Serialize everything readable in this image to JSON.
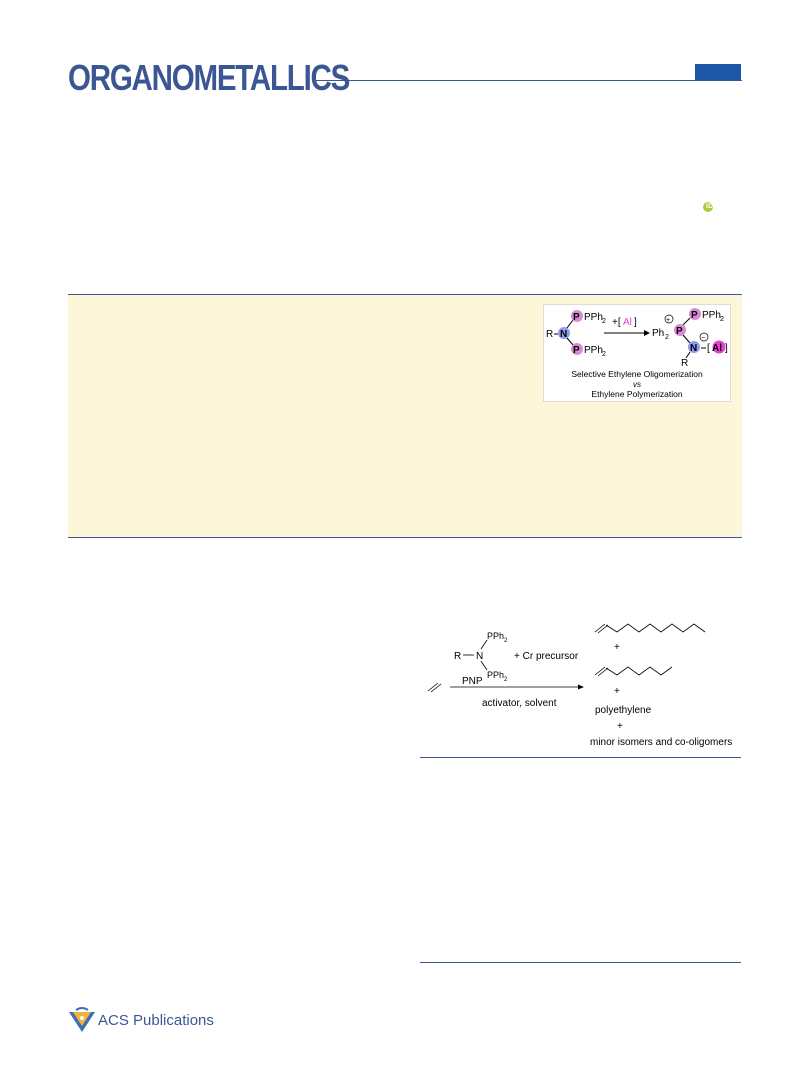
{
  "header": {
    "journal_title": "ORGANOMETALLICS",
    "accent_color": "#3b5793",
    "tab_color": "#1f57a8"
  },
  "orcid": {
    "icon": "orcid-icon",
    "label": "iD",
    "color": "#a6ce39"
  },
  "toc_graphic": {
    "substituent_r": "R",
    "ligand_n": "N",
    "ligand_p": "P",
    "pph2": "PPh",
    "sub2": "2",
    "reagent_bracket_open": "+[",
    "reagent_al": "Al",
    "reagent_bracket_close": "]",
    "product_ph2": "Ph",
    "plus_charge": "+",
    "minus_charge": "−",
    "al_bracket_open": "[",
    "al_bracket_close": "]",
    "caption_line1": "Selective Ethylene Oligomerization",
    "caption_vs": "vs",
    "caption_line2": "Ethylene Polymerization",
    "highlight_p_color": "#d98ad6",
    "highlight_n_color": "#8c9cf0",
    "highlight_al_color": "#e83fd5"
  },
  "scheme": {
    "r_label": "R",
    "n_label": "N",
    "pph2_top": "PPh",
    "pph2_bottom": "PPh",
    "sub2": "2",
    "cr_precursor": "+ Cr precursor",
    "pnp_label": "PNP",
    "conditions": "activator, solvent",
    "plus": "+",
    "polyethylene": "polyethylene",
    "minor_products": "minor isomers and co-oligomers"
  },
  "abstract": {
    "background_color": "#fdf6d9"
  },
  "footer": {
    "publisher": "ACS Publications",
    "logo_icon": "acs-logo-icon"
  }
}
